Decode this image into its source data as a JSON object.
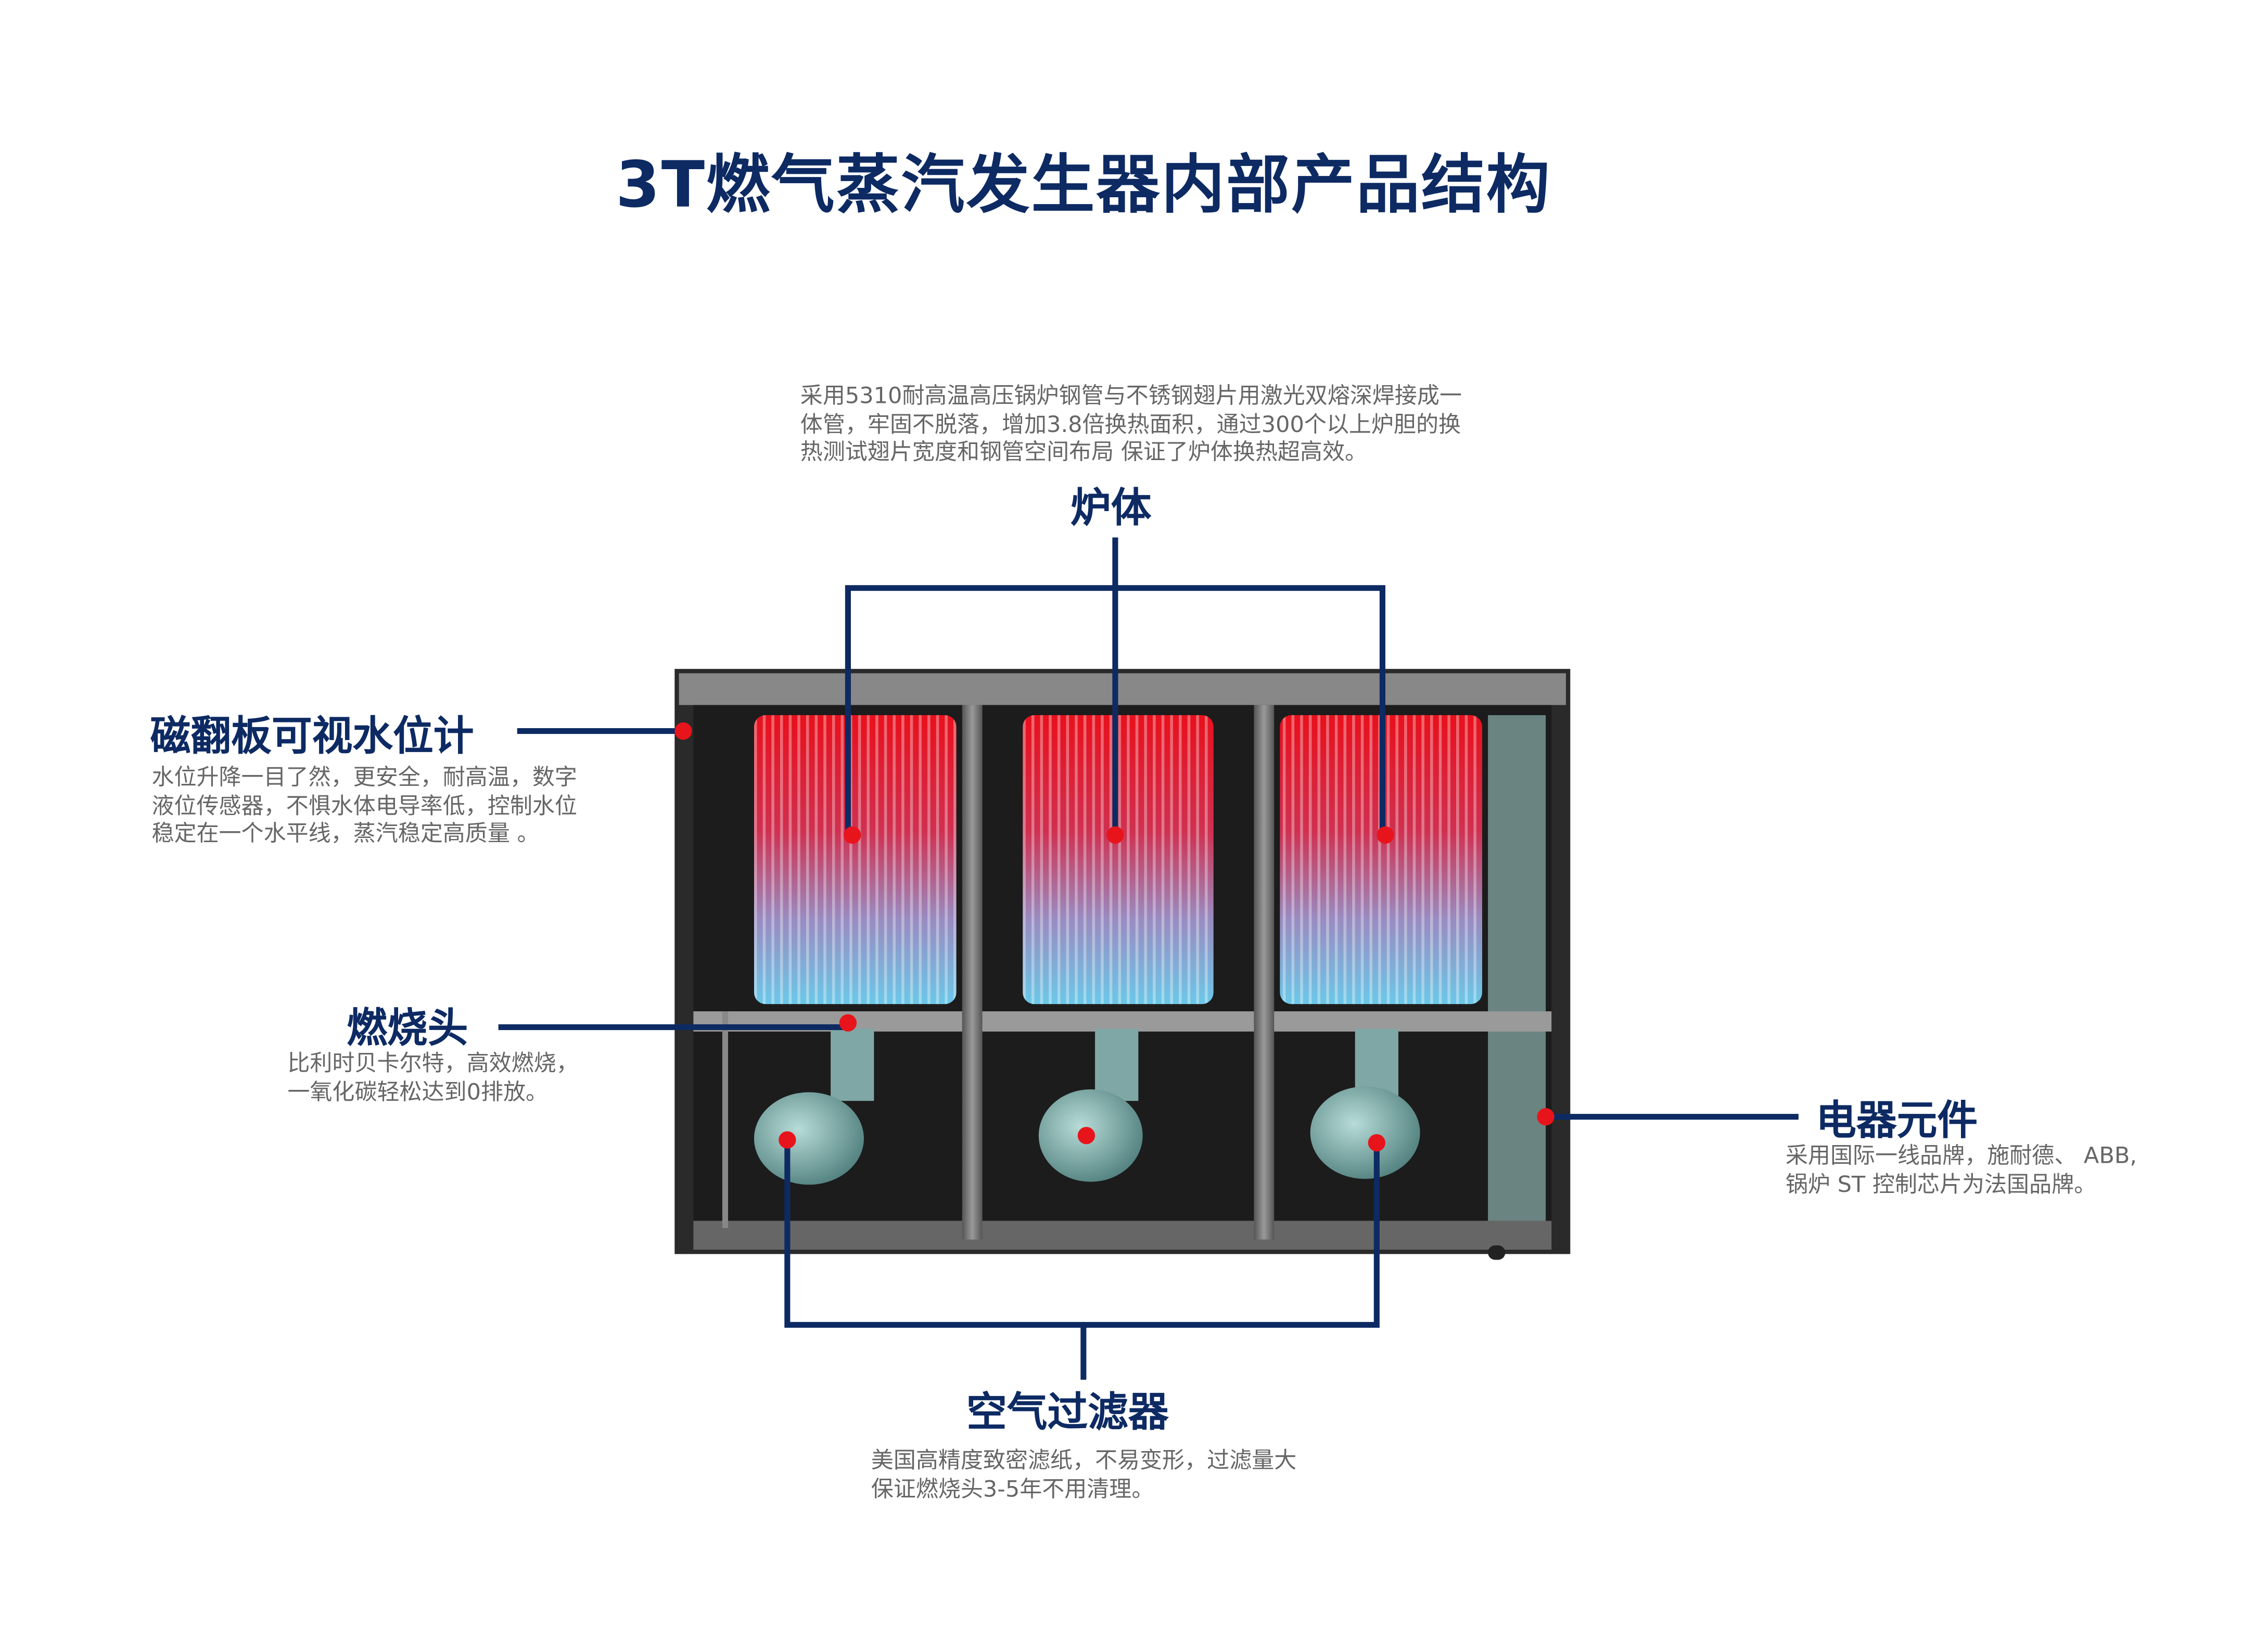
{
  "title": "3T燃气蒸汽发生器内部产品结构",
  "callouts": {
    "furnace": {
      "heading": "炉体",
      "desc": [
        "采用5310耐高温高压锅炉钢管与不锈钢翅片用激光双熔深焊接成一",
        "体管，牢固不脱落，增加3.8倍换热面积，通过300个以上炉胆的换",
        "热测试翅片宽度和钢管空间布局 保证了炉体换热超高效。"
      ]
    },
    "level_gauge": {
      "heading": "磁翻板可视水位计",
      "desc": [
        "水位升降一目了然，更安全，耐高温，数字",
        "液位传感器，不惧水体电导率低，控制水位",
        "稳定在一个水平线，蒸汽稳定高质量 。"
      ]
    },
    "burner": {
      "heading": "燃烧头",
      "desc": [
        "比利时贝卡尔特，高效燃烧，",
        "一氧化碳轻松达到0排放。"
      ]
    },
    "electrical": {
      "heading": "电器元件",
      "desc": [
        "采用国际一线品牌，施耐德、 ABB,",
        "锅炉 ST 控制芯片为法国品牌。"
      ]
    },
    "air_filter": {
      "heading": "空气过滤器",
      "desc": [
        "美国高精度致密滤纸，不易变形，过滤量大",
        "保证燃烧头3-5年不用清理。"
      ]
    }
  },
  "colors": {
    "navy": "#0d2a63",
    "dot": "#e8141b",
    "text": "#666666"
  }
}
